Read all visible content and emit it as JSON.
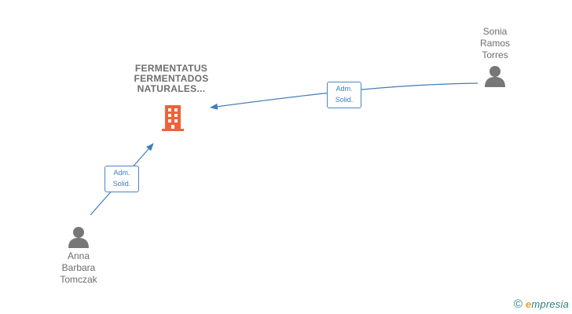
{
  "company": {
    "name_lines": [
      "FERMENTATUS",
      "FERMENTADOS",
      "NATURALES..."
    ],
    "icon": "building-icon",
    "icon_color": "#f0623a"
  },
  "persons": [
    {
      "id": "sonia",
      "name_lines": [
        "Sonia",
        "Ramos",
        "Torres"
      ],
      "icon": "person-icon"
    },
    {
      "id": "anna",
      "name_lines": [
        "Anna",
        "Barbara",
        "Tomczak"
      ],
      "icon": "person-icon"
    }
  ],
  "relations": [
    {
      "from": "Sonia Ramos Torres",
      "to": "FERMENTATUS FERMENTADOS NATURALES...",
      "label_lines": [
        "Adm.",
        "Solid."
      ]
    },
    {
      "from": "Anna Barbara Tomczak",
      "to": "FERMENTATUS FERMENTADOS NATURALES...",
      "label_lines": [
        "Adm.",
        "Solid."
      ]
    }
  ],
  "colors": {
    "edge": "#3f7dbf",
    "text": "#6d6d6d",
    "person_icon": "#777777"
  },
  "brand": {
    "copyright_symbol": "©",
    "name_first": "e",
    "name_rest": "mpresia"
  }
}
